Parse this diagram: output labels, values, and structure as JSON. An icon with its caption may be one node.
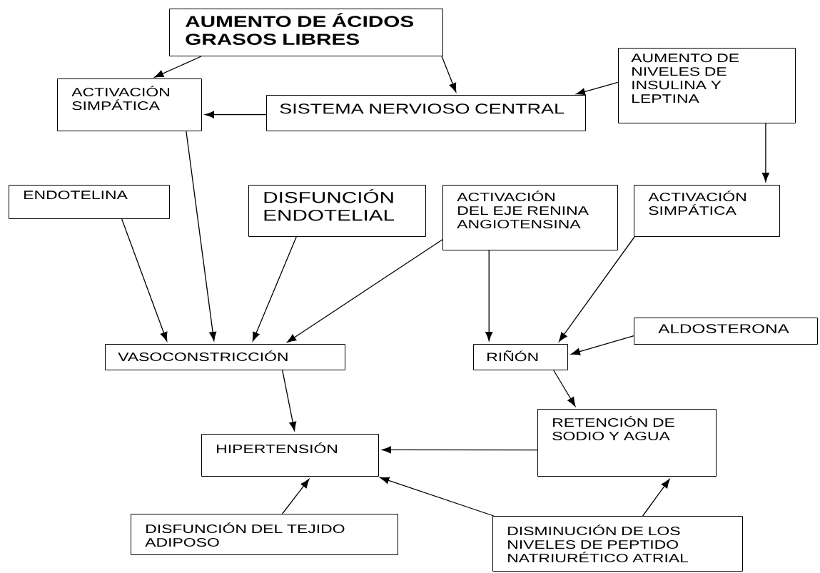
{
  "diagram": {
    "nodes": [
      {
        "text": [
          "AUMENTO DE ÁCIDOS GRASOS LIBRES"
        ]
      },
      {
        "text": [
          "ACTIVACIÓN SIMPÁTICA"
        ]
      },
      {
        "text": [
          "SISTEMA NERVIOSO CENTRAL"
        ]
      },
      {
        "text": [
          "AUMENTO DE NIVELES DE INSULINA Y LEPTINA"
        ]
      },
      {
        "text": [
          "ENDOTELINA"
        ]
      },
      {
        "text": [
          "DISFUNCIÓN ENDOTELIAL"
        ]
      },
      {
        "text": [
          "ACTIVACIÓN DEL EJE RENINA ANGIOTENSINA"
        ]
      },
      {
        "text": [
          "ACTIVACIÓN SIMPÁTICA"
        ]
      },
      {
        "text": [
          "VASOCONSTRICCIÓN"
        ]
      },
      {
        "text": [
          "RIÑÓN"
        ]
      },
      {
        "text": [
          "ALDOSTERONA"
        ]
      },
      {
        "text": [
          "RETENCIÓN DE SODIO Y AGUA"
        ]
      },
      {
        "text": [
          "HIPERTENSIÓN"
        ]
      },
      {
        "text": [
          "DISFUNCIÓN DEL TEJIDO ADIPOSO"
        ]
      },
      {
        "text": [
          "DISMINUCIÓN DE LOS NIVELES DE PEPTIDO NATRIURÉTICO ATRIAL"
        ]
      }
    ],
    "edges": [
      {
        "from": 0,
        "to": 1,
        "arrow": "to"
      },
      {
        "from": 0,
        "to": 2,
        "arrow": "to"
      },
      {
        "from": 3,
        "to": 2,
        "arrow": "to"
      },
      {
        "from": 2,
        "to": 1,
        "arrow": "to"
      },
      {
        "from": 3,
        "to": 7,
        "arrow": "to"
      },
      {
        "from": 1,
        "to": 8,
        "arrow": "to"
      },
      {
        "from": 4,
        "to": 8,
        "arrow": "to"
      },
      {
        "from": 5,
        "to": 8,
        "arrow": "to"
      },
      {
        "from": 6,
        "to": 8,
        "arrow": "to"
      },
      {
        "from": 6,
        "to": 9,
        "arrow": "to"
      },
      {
        "from": 7,
        "to": 9,
        "arrow": "to"
      },
      {
        "from": 10,
        "to": 9,
        "arrow": "to"
      },
      {
        "from": 8,
        "to": 12,
        "arrow": "to"
      },
      {
        "from": 9,
        "to": 11,
        "arrow": "to"
      },
      {
        "from": 11,
        "to": 12,
        "arrow": "to"
      },
      {
        "from": 13,
        "to": 12,
        "arrow": "to"
      },
      {
        "from": 14,
        "to": 12,
        "arrow": "to"
      },
      {
        "from": 14,
        "to": 11,
        "arrow": "to"
      }
    ]
  }
}
